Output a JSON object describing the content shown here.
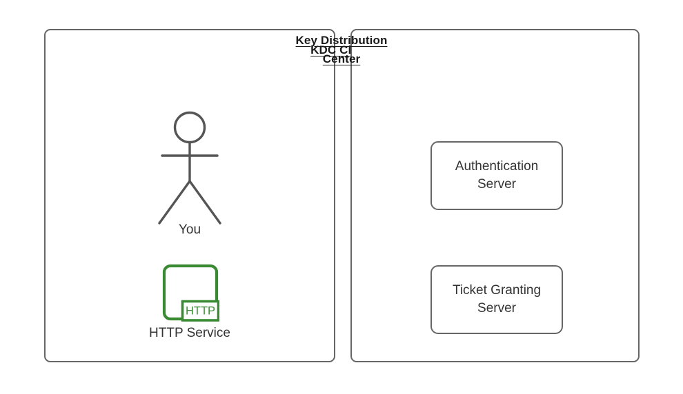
{
  "diagram": {
    "type": "block-diagram",
    "background_color": "#ffffff",
    "stroke_color": "#666666",
    "text_color": "#333333",
    "title_color": "#1a1a1a",
    "accent_color": "#3a8a33"
  },
  "panels": [
    {
      "id": "kdc-client",
      "title": "KDC Client",
      "title_lines": [
        "KDC Client"
      ],
      "nodes": [
        {
          "id": "you",
          "type": "actor",
          "icon": "stick-figure",
          "label": "You"
        },
        {
          "id": "http-service",
          "type": "service",
          "icon": "http-service-icon",
          "badge": "HTTP",
          "label": "HTTP Service",
          "color": "#3a8a33"
        }
      ]
    },
    {
      "id": "key-distribution-center",
      "title": "Key Distribution Center",
      "title_lines": [
        "Key Distribution",
        "Center"
      ],
      "nodes": [
        {
          "id": "authentication-server",
          "type": "box",
          "label": "Authentication Server",
          "label_lines": [
            "Authentication",
            "Server"
          ]
        },
        {
          "id": "ticket-granting-server",
          "type": "box",
          "label": "Ticket Granting Server",
          "label_lines": [
            "Ticket Granting",
            "Server"
          ]
        }
      ]
    }
  ]
}
